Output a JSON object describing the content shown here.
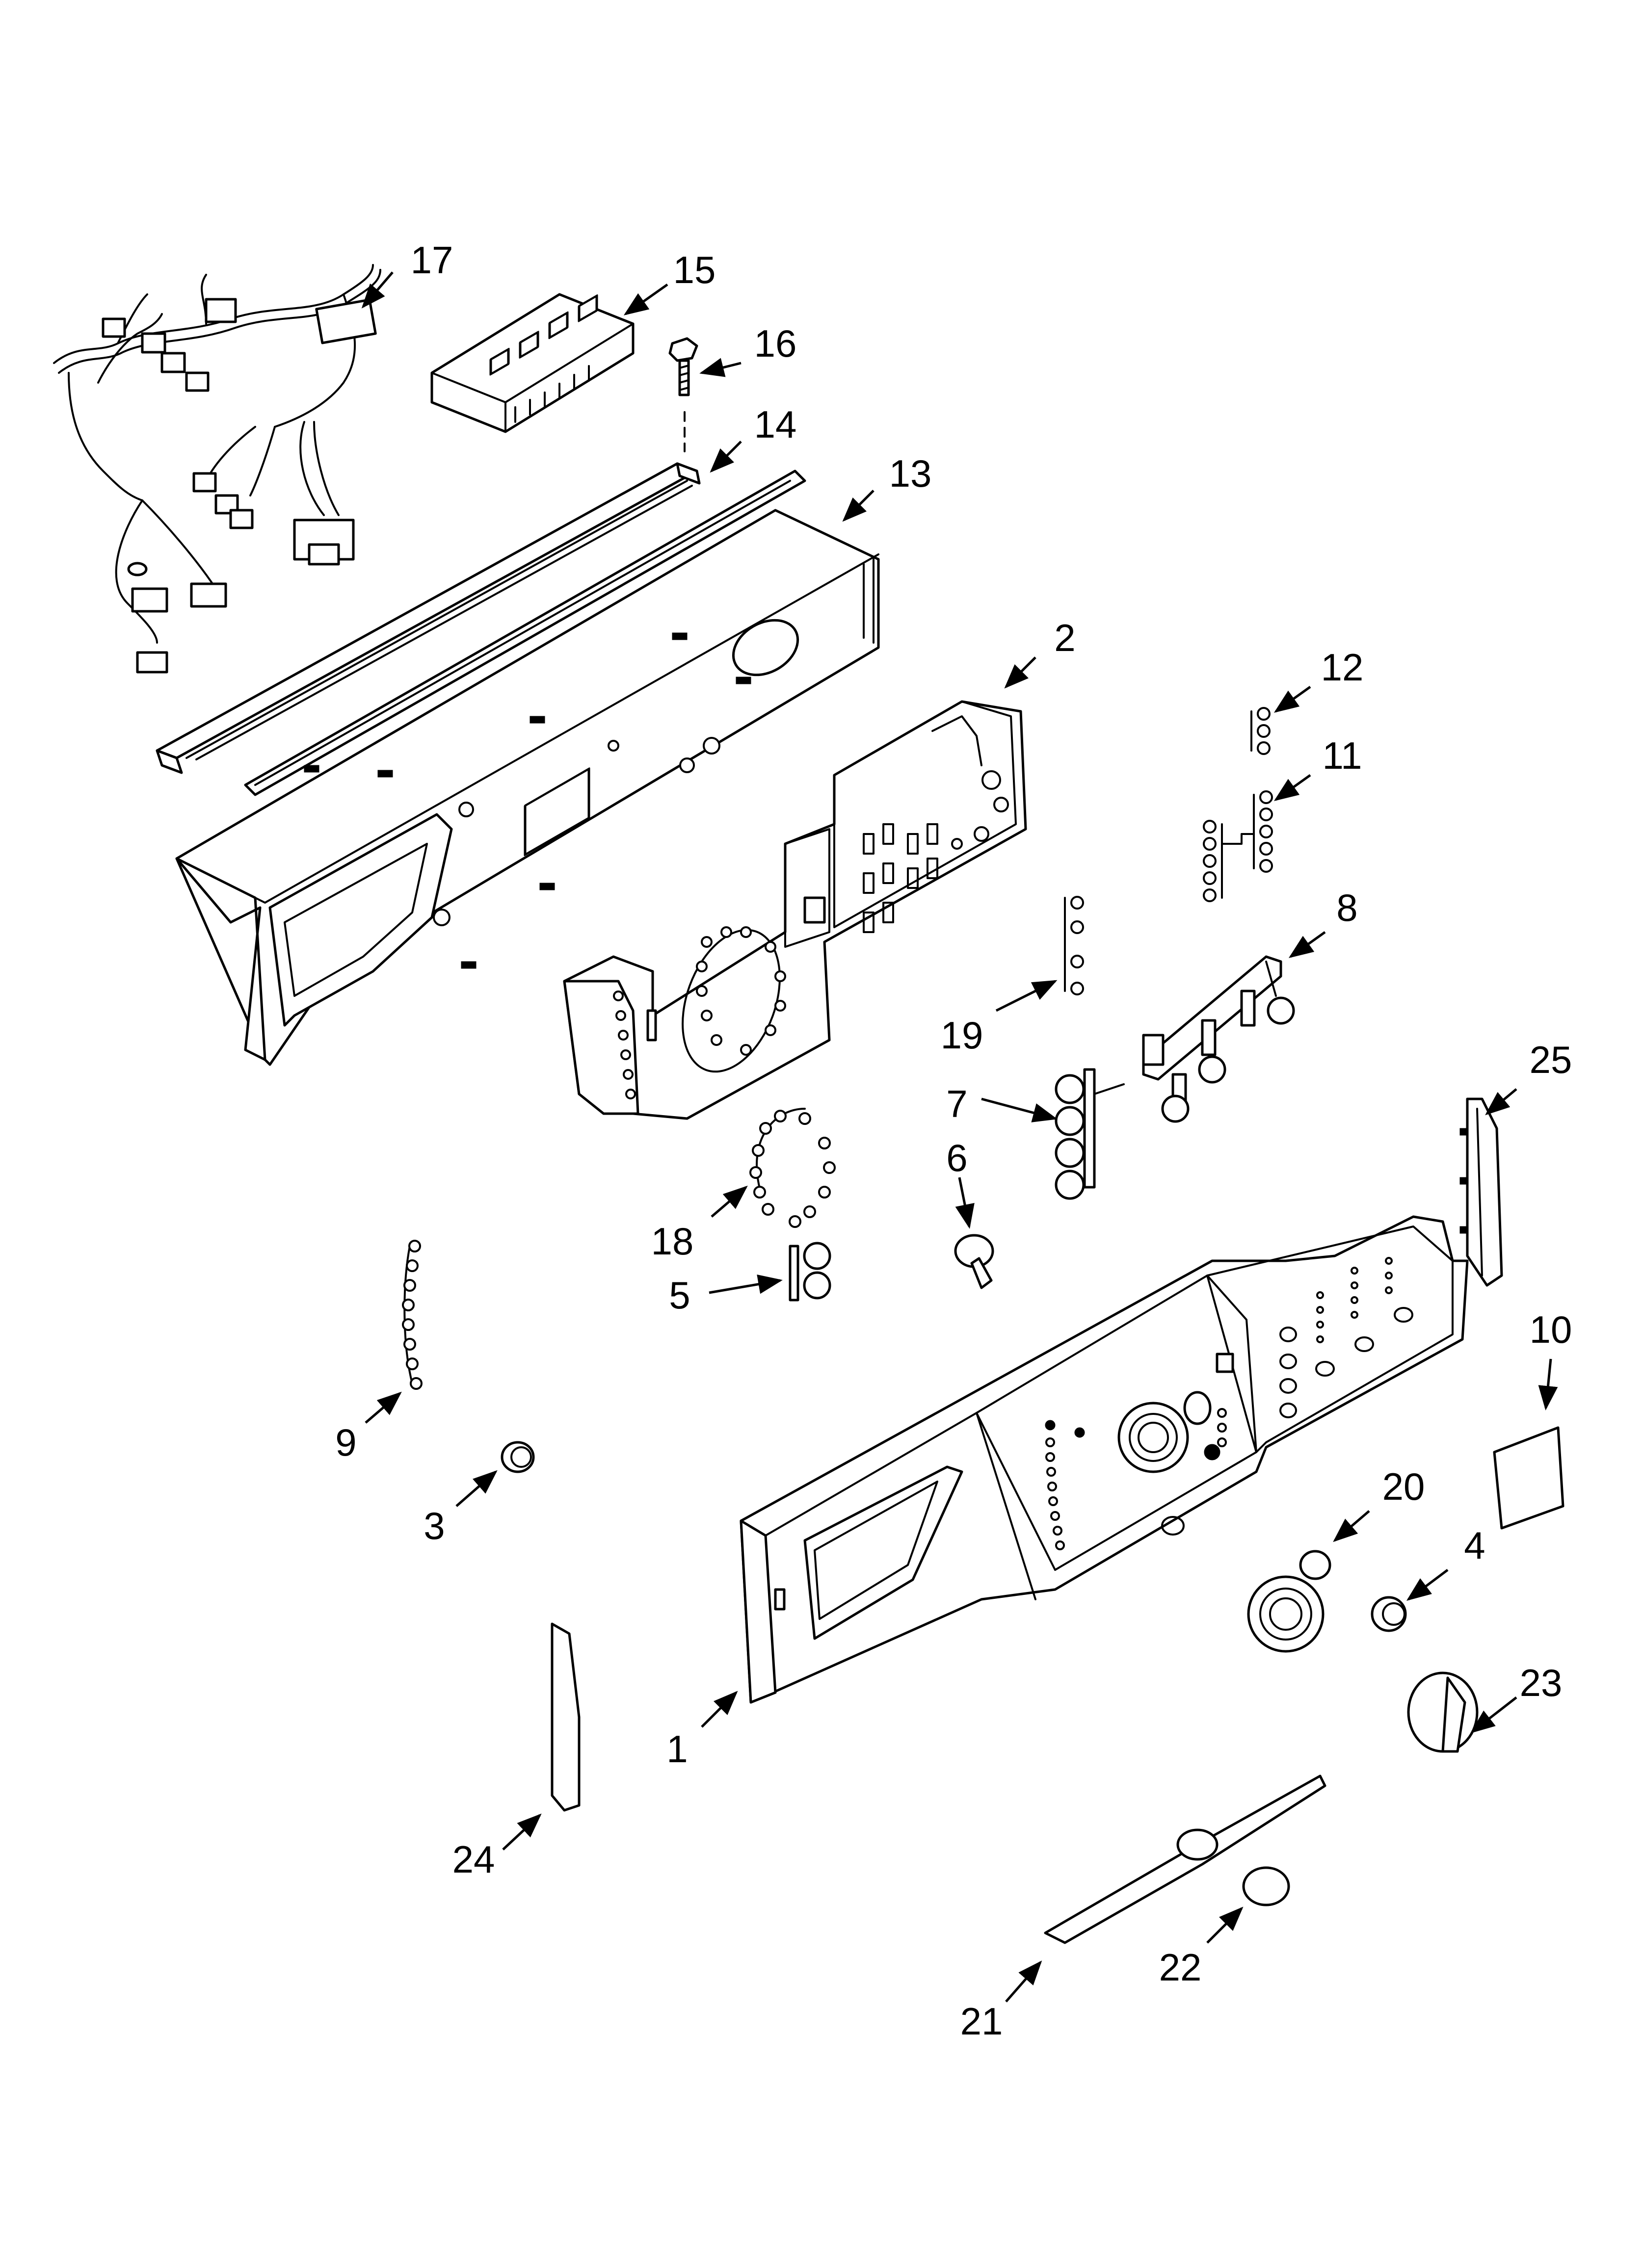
{
  "diagram": {
    "type": "exploded-parts-view",
    "callouts": [
      {
        "label": "17"
      },
      {
        "label": "15"
      },
      {
        "label": "16"
      },
      {
        "label": "14"
      },
      {
        "label": "13"
      },
      {
        "label": "2"
      },
      {
        "label": "12"
      },
      {
        "label": "11"
      },
      {
        "label": "8"
      },
      {
        "label": "19"
      },
      {
        "label": "25"
      },
      {
        "label": "7"
      },
      {
        "label": "6"
      },
      {
        "label": "18"
      },
      {
        "label": "5"
      },
      {
        "label": "10"
      },
      {
        "label": "9"
      },
      {
        "label": "3"
      },
      {
        "label": "20"
      },
      {
        "label": "4"
      },
      {
        "label": "23"
      },
      {
        "label": "1"
      },
      {
        "label": "24"
      },
      {
        "label": "22"
      },
      {
        "label": "21"
      }
    ]
  }
}
